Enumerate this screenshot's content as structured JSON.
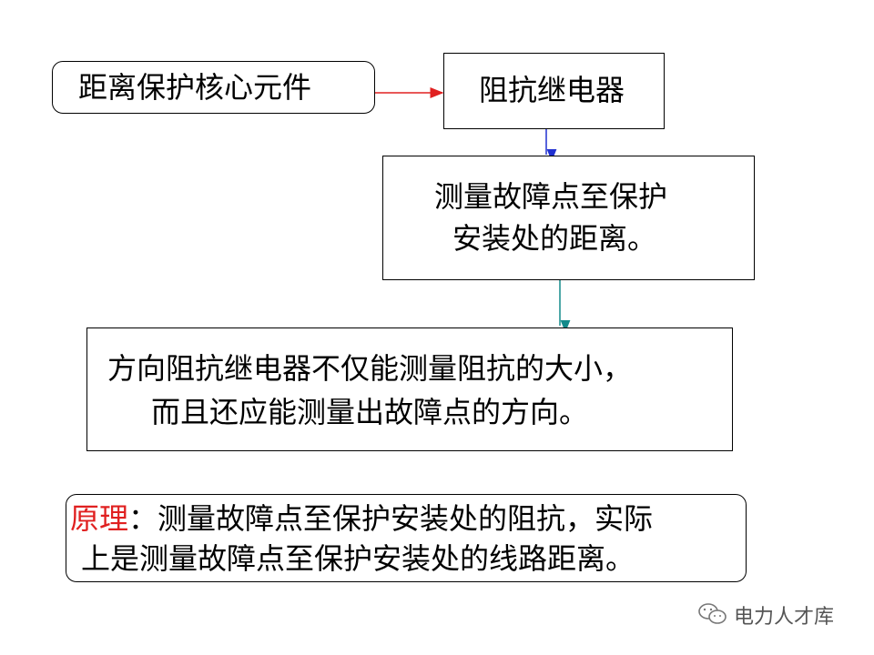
{
  "nodes": {
    "core": {
      "text": "距离保护核心元件"
    },
    "relay": {
      "text": "阻抗继电器"
    },
    "measure": {
      "line1": "测量故障点至保护",
      "line2": "安装处的距离。"
    },
    "direction": {
      "line1": "方向阻抗继电器不仅能测量阻抗的大小，",
      "line2": "而且还应能测量出故障点的方向。"
    },
    "principle": {
      "label": "原理",
      "line1_rest": "：测量故障点至保护安装处的阻抗，实际",
      "line2": "上是测量故障点至保护安装处的线路距离。"
    }
  },
  "colors": {
    "arrow_core": "#e02020",
    "arrow_relay": "#2030d0",
    "arrow_measure": "#138a8a",
    "principle_label": "#e02020"
  },
  "watermark": {
    "text": "电力人才库",
    "icon": "wechat-logo-icon"
  }
}
